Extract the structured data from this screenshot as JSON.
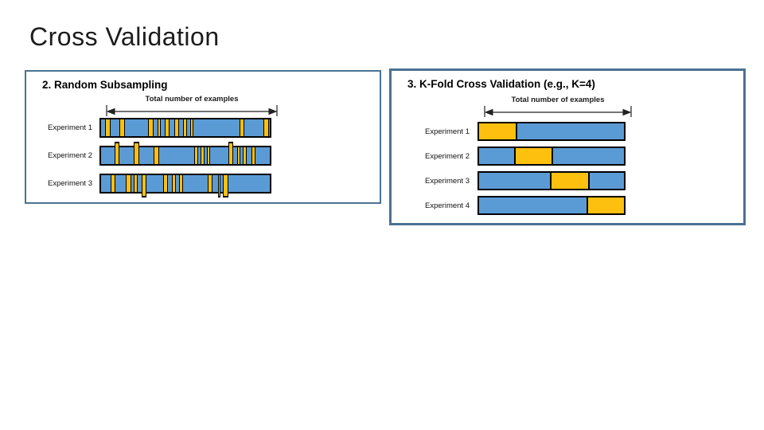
{
  "slide": {
    "title": "Cross Validation"
  },
  "colors": {
    "title_color": "#1c1c1c",
    "panel_border": "#4a7293",
    "bar_blue": "#5b9bd5",
    "bar_yellow": "#fdc00f",
    "outline": "#000000"
  },
  "left_panel": {
    "title": "2. Random Subsampling",
    "dimension_label": "Total number of examples",
    "rows": [
      {
        "label": "Experiment 1",
        "stripes": [
          {
            "p": 2.5,
            "w": 3.3
          },
          {
            "p": 11.0,
            "w": 3.0
          },
          {
            "p": 28.0,
            "w": 3.3
          },
          {
            "p": 33.5,
            "w": 2.0
          },
          {
            "p": 37.5,
            "w": 3.3
          },
          {
            "p": 43.5,
            "w": 2.6
          },
          {
            "p": 48.7,
            "w": 2.3
          },
          {
            "p": 52.6,
            "w": 2.3
          },
          {
            "p": 82.0,
            "w": 3.0
          },
          {
            "p": 96.3,
            "w": 3.0
          }
        ]
      },
      {
        "label": "Experiment 2",
        "stripes": [
          {
            "p": 7.9,
            "w": 3.1,
            "o": "up"
          },
          {
            "p": 19.5,
            "w": 3.1,
            "o": "up"
          },
          {
            "p": 31.2,
            "w": 3.1
          },
          {
            "p": 55.2,
            "w": 2.3
          },
          {
            "p": 59.1,
            "w": 2.0
          },
          {
            "p": 62.5,
            "w": 2.3
          },
          {
            "p": 75.3,
            "w": 3.1,
            "o": "up"
          },
          {
            "p": 80.8,
            "w": 1.6
          },
          {
            "p": 83.9,
            "w": 2.3
          },
          {
            "p": 89.3,
            "w": 2.3
          }
        ]
      },
      {
        "label": "Experiment 3",
        "stripes": [
          {
            "p": 5.6,
            "w": 2.8
          },
          {
            "p": 14.6,
            "w": 3.1
          },
          {
            "p": 19.5,
            "w": 2.3
          },
          {
            "p": 23.9,
            "w": 3.1,
            "o": "down"
          },
          {
            "p": 36.9,
            "w": 2.8
          },
          {
            "p": 42.0,
            "w": 2.3
          },
          {
            "p": 46.2,
            "w": 2.5
          },
          {
            "p": 63.3,
            "w": 2.8
          },
          {
            "p": 69.2,
            "w": 1.6,
            "o": "down"
          },
          {
            "p": 72.4,
            "w": 3.1,
            "o": "down"
          }
        ]
      }
    ]
  },
  "right_panel": {
    "title": "3. K-Fold Cross Validation (e.g., K=4)",
    "dimension_label": "Total number of examples",
    "rows": [
      {
        "label": "Experiment 1",
        "fold": {
          "start": 0,
          "width": 25
        }
      },
      {
        "label": "Experiment 2",
        "fold": {
          "start": 25,
          "width": 25
        }
      },
      {
        "label": "Experiment 3",
        "fold": {
          "start": 50,
          "width": 25
        }
      },
      {
        "label": "Experiment 4",
        "fold": {
          "start": 75,
          "width": 25
        }
      }
    ]
  }
}
